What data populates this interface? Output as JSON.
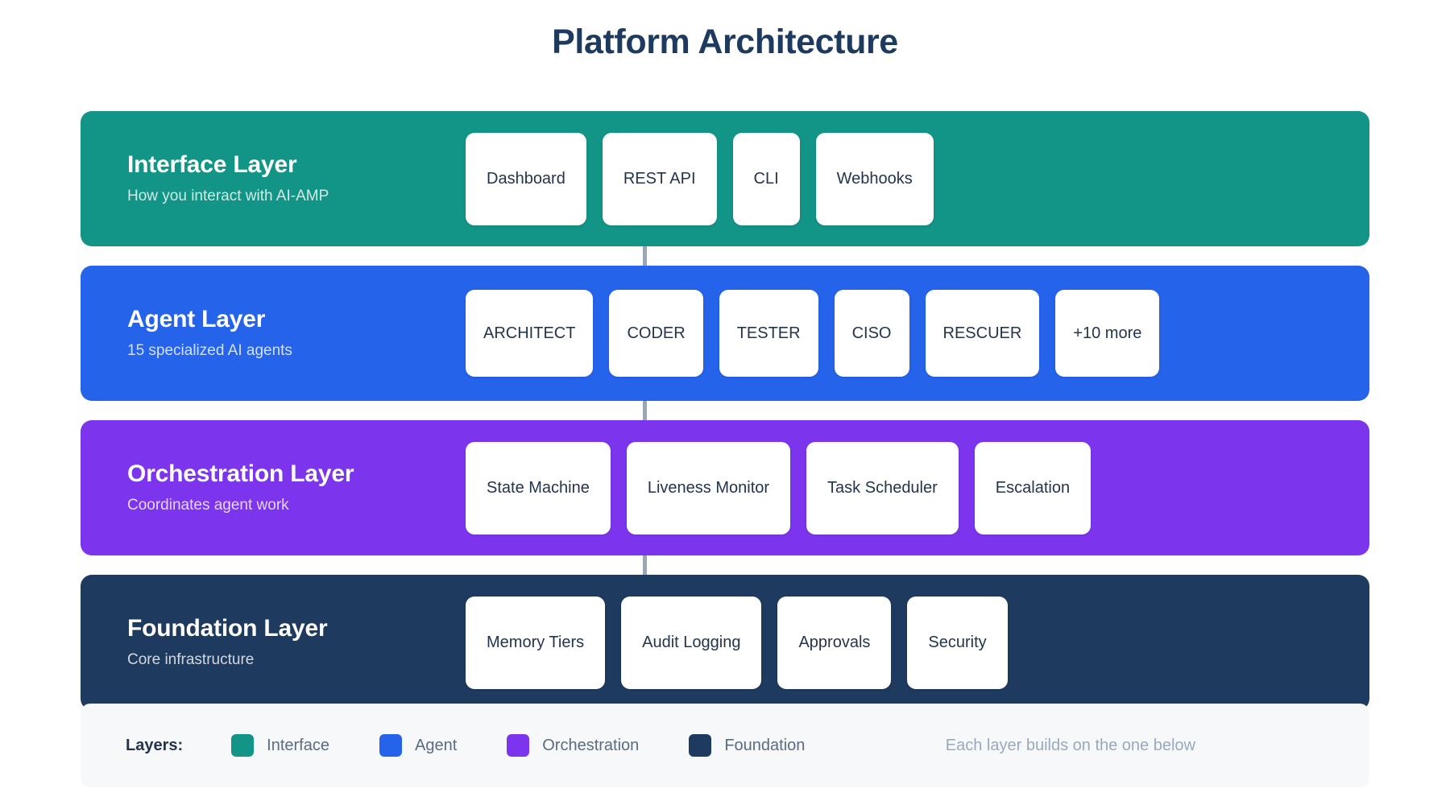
{
  "page": {
    "title": "Platform Architecture",
    "background": "#ffffff",
    "title_color": "#1e3a5f"
  },
  "diagram_data": {
    "type": "layered-architecture",
    "orientation": "vertical-stack",
    "connector_color": "#9aa7b5",
    "layer_count": 4,
    "layers": [
      {
        "id": "interface",
        "name": "Interface Layer",
        "description": "How you interact with AI-AMP",
        "color": "#129487",
        "cards": [
          "Dashboard",
          "REST API",
          "CLI",
          "Webhooks"
        ]
      },
      {
        "id": "agent",
        "name": "Agent Layer",
        "description": "15 specialized AI agents",
        "color": "#2563eb",
        "cards": [
          "ARCHITECT",
          "CODER",
          "TESTER",
          "CISO",
          "RESCUER",
          "+10 more"
        ]
      },
      {
        "id": "orchestration",
        "name": "Orchestration Layer",
        "description": "Coordinates agent work",
        "color": "#7c35ec",
        "cards": [
          "State Machine",
          "Liveness Monitor",
          "Task Scheduler",
          "Escalation"
        ]
      },
      {
        "id": "foundation",
        "name": "Foundation Layer",
        "description": "Core infrastructure",
        "color": "#1e3a5f",
        "cards": [
          "Memory Tiers",
          "Audit Logging",
          "Approvals",
          "Security"
        ]
      }
    ]
  },
  "legend": {
    "title": "Layers:",
    "items": [
      {
        "label": "Interface",
        "color": "#129487"
      },
      {
        "label": "Agent",
        "color": "#2563eb"
      },
      {
        "label": "Orchestration",
        "color": "#7c35ec"
      },
      {
        "label": "Foundation",
        "color": "#1e3a5f"
      }
    ],
    "note": "Each layer builds on the one below"
  }
}
